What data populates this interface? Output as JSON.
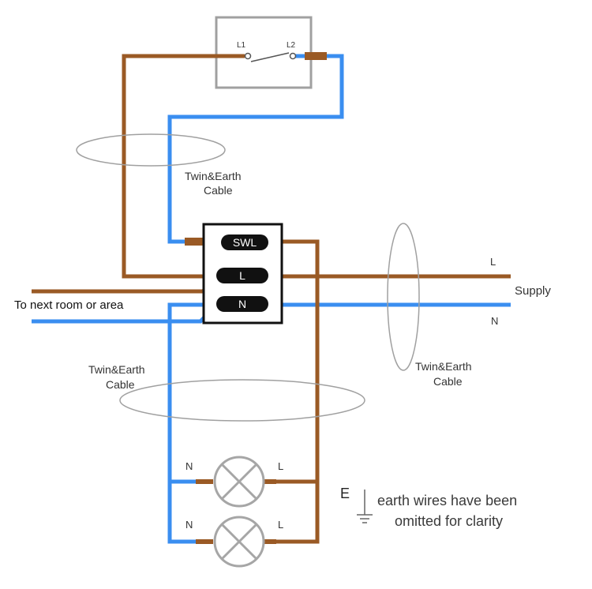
{
  "switch": {
    "l1": "L1",
    "l2": "L2"
  },
  "junction_box": {
    "terminals": [
      "SWL",
      "L",
      "N"
    ]
  },
  "labels": {
    "twin_earth_top_1": "Twin&Earth",
    "twin_earth_top_2": "Cable",
    "twin_earth_left_1": "Twin&Earth",
    "twin_earth_left_2": "Cable",
    "twin_earth_right_1": "Twin&Earth",
    "twin_earth_right_2": "Cable",
    "next_room": "To next room or area",
    "supply": "Supply",
    "supply_l": "L",
    "supply_n": "N",
    "lamp1_n": "N",
    "lamp1_l": "L",
    "lamp2_n": "N",
    "lamp2_l": "L",
    "earth_e": "E",
    "earth_note_1": "earth wires have been",
    "earth_note_2": "omitted for clarity"
  },
  "colors": {
    "live_brown": "#9a5a25",
    "neutral_blue": "#3a8ef0",
    "terminal_black": "#111111",
    "switch_border": "#a0a0a0",
    "cable_ellipse": "#a0a0a0"
  }
}
